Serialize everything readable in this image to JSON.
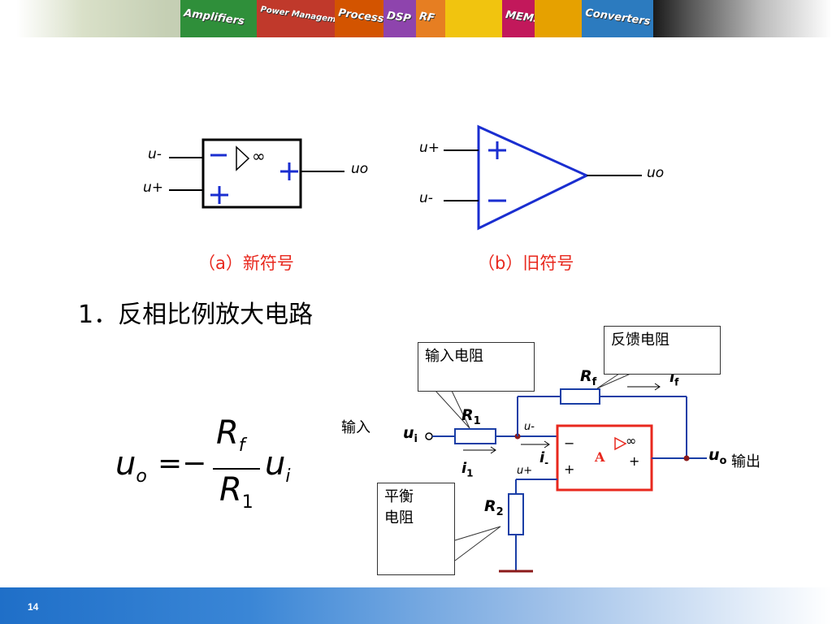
{
  "banner": {
    "tiles": [
      {
        "label": "Amplifiers",
        "color": "#2f8f3a"
      },
      {
        "label": "Power Management",
        "color": "#c0392b"
      },
      {
        "label": "Processors",
        "color": "#d35400"
      },
      {
        "label": "DSP",
        "color": "#8e44ad"
      },
      {
        "label": "RF",
        "color": "#e67e22"
      },
      {
        "label": "",
        "color": "#f1c40f"
      },
      {
        "label": "MEMS",
        "color": "#c2185b"
      },
      {
        "label": "",
        "color": "#e6a100"
      },
      {
        "label": "Converters",
        "color": "#2c7bbf"
      }
    ]
  },
  "symbols": {
    "new": {
      "caption": "（a）新符号",
      "input_minus": "u-",
      "input_plus": "u+",
      "output": "uo",
      "inf": "∞"
    },
    "old": {
      "caption": "（b）旧符号",
      "input_plus": "u+",
      "input_minus": "u-",
      "output": "uo"
    }
  },
  "section": {
    "title": "1．反相比例放大电路"
  },
  "formula": {
    "lhs": "u",
    "lhs_sub": "o",
    "num": "R",
    "num_sub": "f",
    "den": "R",
    "den_sub": "1",
    "rhs": "u",
    "rhs_sub": "i"
  },
  "circuit": {
    "input_label": "输入",
    "output_label": "输出",
    "ui": "u",
    "ui_sub": "i",
    "uo": "u",
    "uo_sub": "o",
    "r1": "R",
    "r1_sub": "1",
    "rf": "R",
    "rf_sub": "f",
    "r2": "R",
    "r2_sub": "2",
    "i1": "i",
    "i1_sub": "1",
    "if": "i",
    "if_sub": "f",
    "iminus": "i",
    "iminus_sub": "-",
    "uminus": "u-",
    "uplus": "u+",
    "amp": "A",
    "amp_inf": "∞",
    "amp_minus": "−",
    "amp_plus_in": "+",
    "amp_plus_out": "+"
  },
  "callouts": {
    "input_resistor": "输入电阻",
    "feedback_resistor": "反馈电阻",
    "balance_resistor_1": "平衡",
    "balance_resistor_2": "电阻"
  },
  "footer": {
    "page": "14"
  },
  "colors": {
    "symbol_blue": "#1a2ed0",
    "caption_red": "#e8281e",
    "amp_red": "#e8281e",
    "wire_blue": "#1a3ea6",
    "node": "#8b1a1a"
  }
}
